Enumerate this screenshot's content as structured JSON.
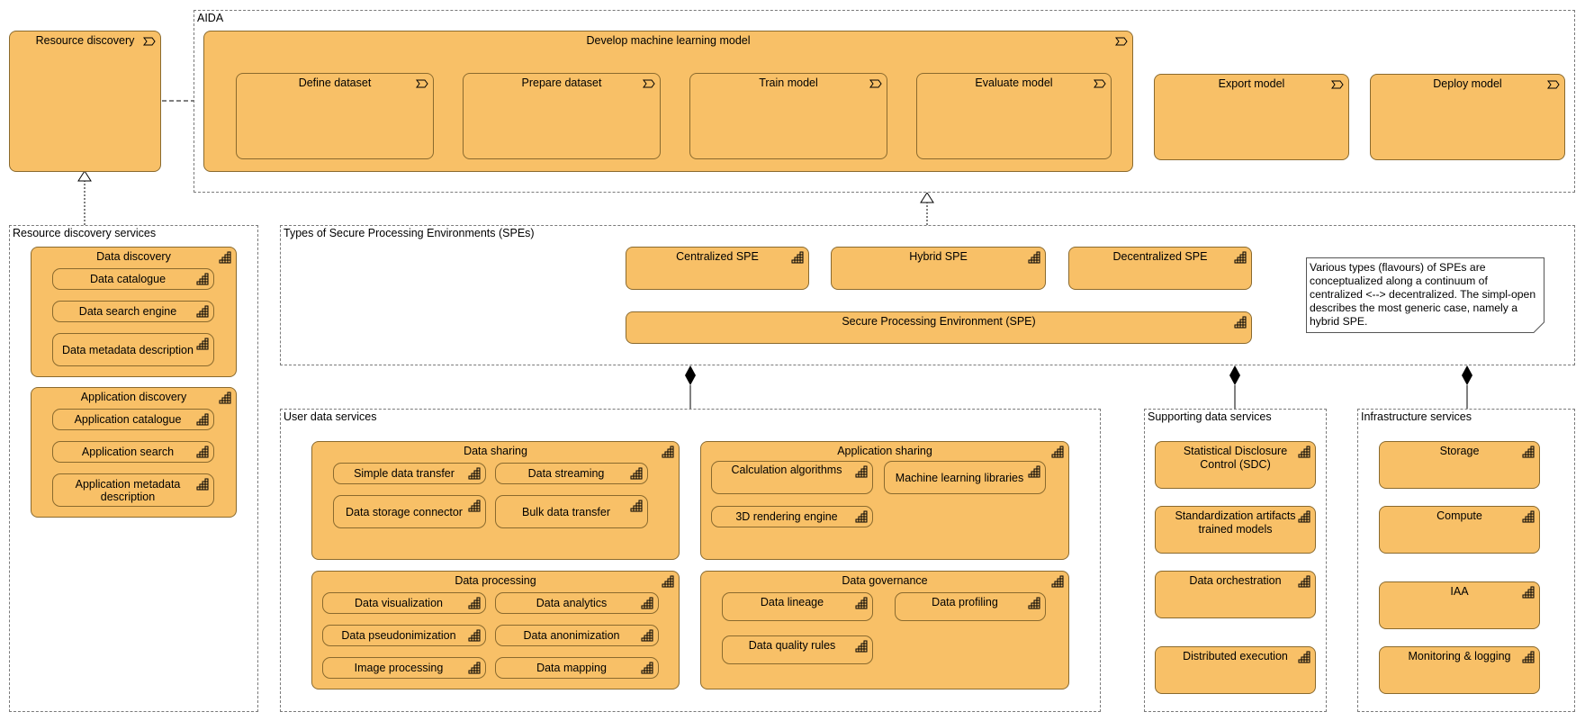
{
  "groups": {
    "aida": "AIDA",
    "resource_discovery_services": "Resource discovery services",
    "spe_types": "Types of Secure Processing Environments (SPEs)",
    "user_data_services": "User data services",
    "supporting_data_services": "Supporting data services",
    "infrastructure_services": "Infrastructure services"
  },
  "processes": {
    "resource_discovery": "Resource discovery",
    "develop_ml_model": "Develop machine learning model",
    "define_dataset": "Define dataset",
    "prepare_dataset": "Prepare dataset",
    "train_model": "Train model",
    "evaluate_model": "Evaluate model",
    "export_model": "Export model",
    "deploy_model": "Deploy model"
  },
  "spe": {
    "centralized": "Centralized SPE",
    "hybrid": "Hybrid SPE",
    "decentralized": "Decentralized SPE",
    "generic": "Secure Processing Environment (SPE)",
    "note": "Various types (flavours) of SPEs are conceptualized along a continuum of centralized <--> decentralized. The simpl-open describes the most generic case, namely a hybrid SPE."
  },
  "resource_discovery_services": {
    "data_discovery": {
      "title": "Data discovery",
      "items": [
        "Data catalogue",
        "Data search engine",
        "Data metadata description"
      ]
    },
    "application_discovery": {
      "title": "Application discovery",
      "items": [
        "Application catalogue",
        "Application search",
        "Application metadata description"
      ]
    }
  },
  "user_data_services": {
    "data_sharing": {
      "title": "Data sharing",
      "items": [
        "Simple data transfer",
        "Data streaming",
        "Data storage connector",
        "Bulk data transfer"
      ]
    },
    "application_sharing": {
      "title": "Application sharing",
      "items": [
        "Calculation algorithms",
        "Machine learning libraries",
        "3D rendering engine"
      ]
    },
    "data_processing": {
      "title": "Data processing",
      "items": [
        "Data visualization",
        "Data analytics",
        "Data pseudonimization",
        "Data anonimization",
        "Image processing",
        "Data mapping"
      ]
    },
    "data_governance": {
      "title": "Data governance",
      "items": [
        "Data lineage",
        "Data profiling",
        "Data quality rules"
      ]
    }
  },
  "supporting_data_services": [
    "Statistical Disclosure Control (SDC)",
    "Standardization artifacts trained models",
    "Data orchestration",
    "Distributed execution"
  ],
  "infrastructure_services": [
    "Storage",
    "Compute",
    "IAA",
    "Monitoring & logging"
  ],
  "icons": {
    "process": "process-chevron-icon",
    "service": "service-grid-icon"
  },
  "colors": {
    "element_fill": "#f8c067",
    "element_border": "#8a6a2e"
  }
}
